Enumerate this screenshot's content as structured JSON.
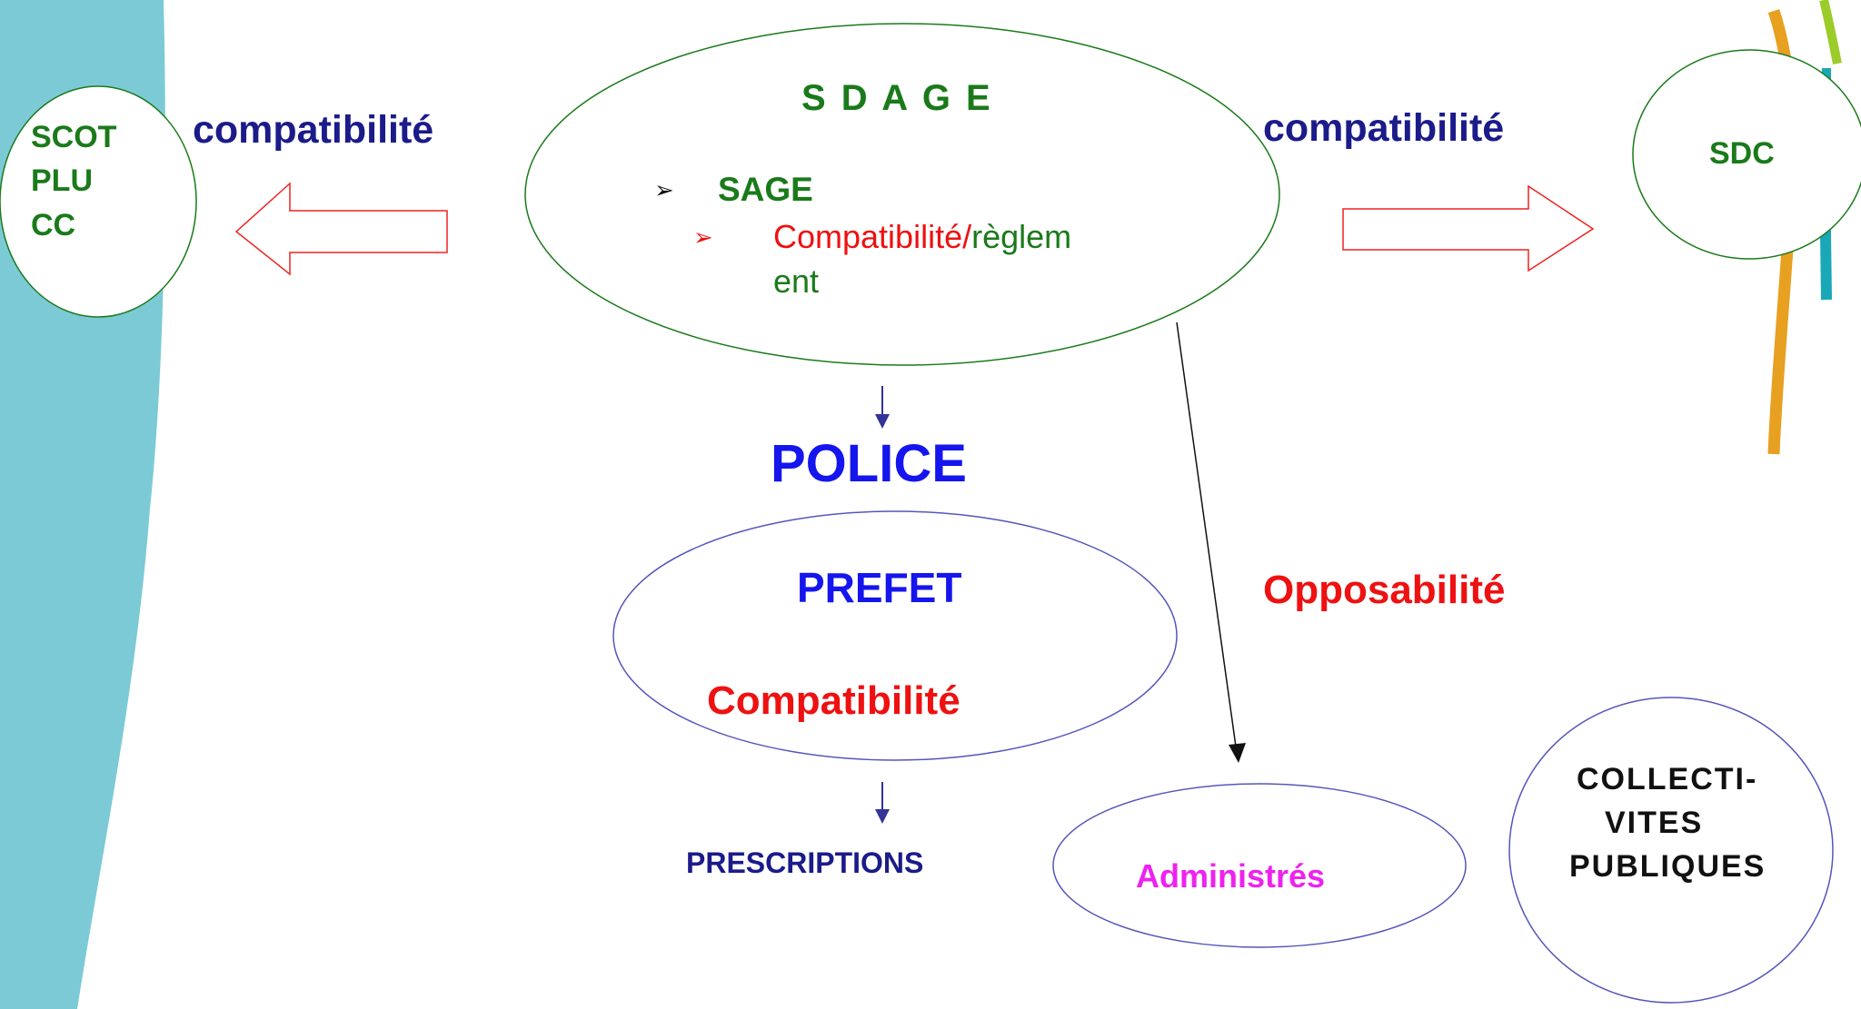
{
  "nodes": {
    "scot": {
      "lines": [
        "SCOT",
        "PLU",
        "CC"
      ]
    },
    "sdage": {
      "title": "S D A G E",
      "sage": "SAGE",
      "sub_red": "Compatibilité/",
      "sub_green_1": "règlem",
      "sub_green_2": "ent"
    },
    "sdc": {
      "label": "SDC"
    },
    "prefet": {
      "title": "PREFET",
      "sub": "Compatibilité"
    },
    "administres": {
      "label": "Administrés"
    },
    "collectivites": {
      "lines": [
        "COLLECTI-",
        "VITES",
        "PUBLIQUES"
      ]
    }
  },
  "labels": {
    "compat_left": "compatibilité",
    "compat_right": "compatibilité",
    "police": "POLICE",
    "opposabilite": "Opposabilité",
    "prescriptions": "PRESCRIPTIONS"
  },
  "colors": {
    "green": "#1a7a1a",
    "navy": "#1b1b8a",
    "blue": "#1515ee",
    "red": "#ee1111",
    "magenta": "#ee22ee",
    "teal_band": "#7ccad6",
    "orange_line": "#e8a020",
    "lime_line": "#9ccc2a",
    "teal_line": "#1aa8b8"
  }
}
